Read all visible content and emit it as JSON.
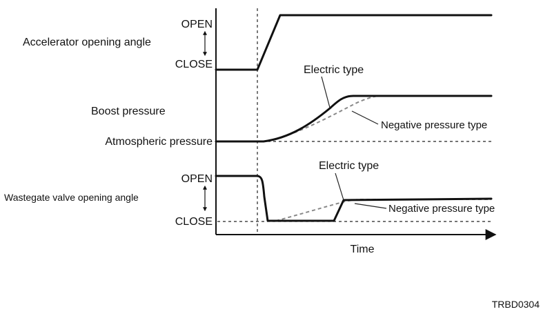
{
  "diagram": {
    "accelerator": {
      "label": "Accelerator opening angle",
      "open": "OPEN",
      "close": "CLOSE"
    },
    "boost": {
      "label": "Boost pressure",
      "baseline": "Atmospheric pressure",
      "electric": "Electric type",
      "negative": "Negative pressure type"
    },
    "wastegate": {
      "label": "Wastegate valve opening angle",
      "open": "OPEN",
      "close": "CLOSE",
      "electric": "Electric type",
      "negative": "Negative pressure type"
    },
    "x_axis_label": "Time",
    "figure_code": "TRBD0304"
  }
}
